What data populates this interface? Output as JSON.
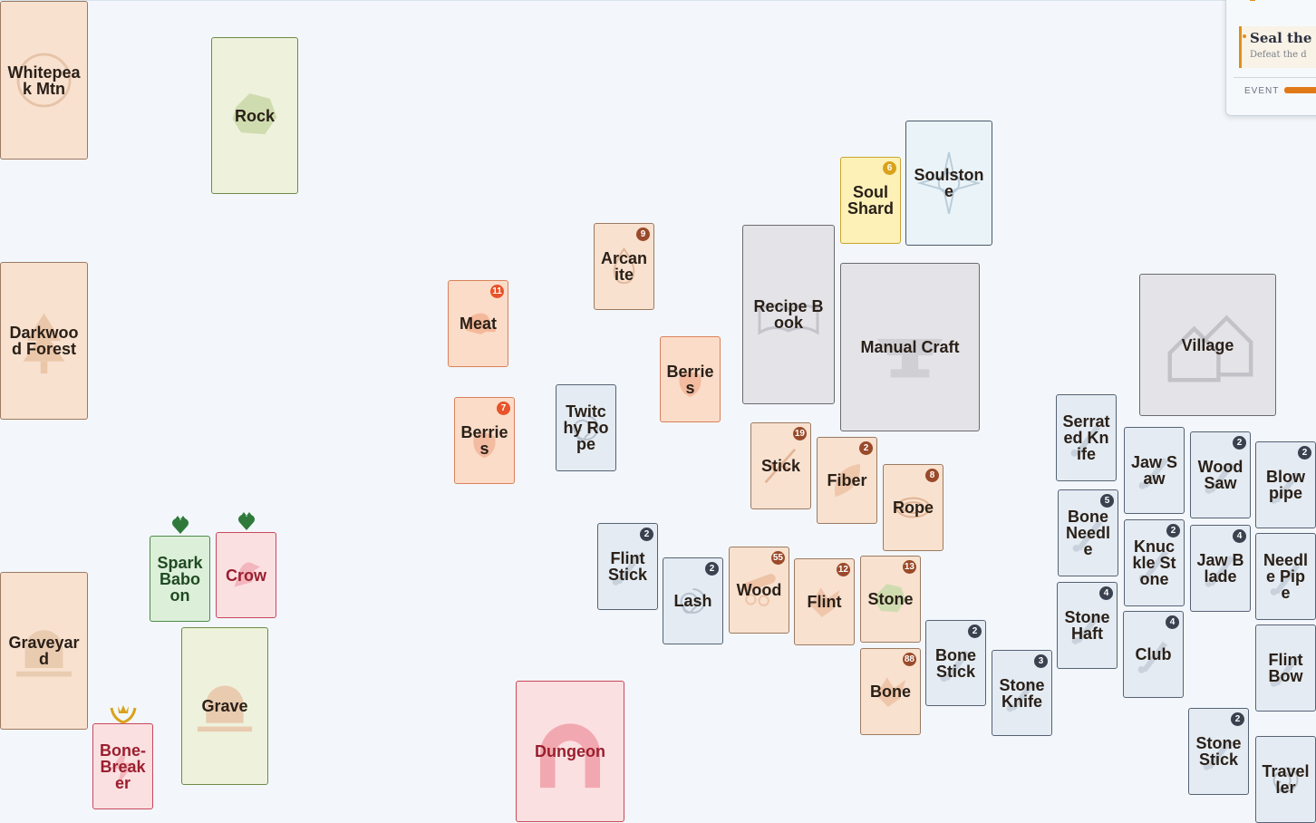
{
  "cards": [
    {
      "id": "whitepeak",
      "label": "Whitepeak Mtn",
      "theme": "peach",
      "art": "circle",
      "badge": null
    },
    {
      "id": "darkwood",
      "label": "Darkwood Forest",
      "theme": "peach",
      "art": "tree",
      "badge": null
    },
    {
      "id": "graveyard",
      "label": "Graveyard",
      "theme": "peach",
      "art": "tomb",
      "badge": null
    },
    {
      "id": "rock",
      "label": "Rock",
      "theme": "lime",
      "art": "rock",
      "badge": null
    },
    {
      "id": "spark-baboon",
      "label": "Spark Baboon",
      "theme": "green",
      "art": "none",
      "badge": null,
      "crown": "heart"
    },
    {
      "id": "crow",
      "label": "Crow",
      "theme": "pink",
      "art": "bird",
      "badge": null,
      "crown": "heart"
    },
    {
      "id": "grave",
      "label": "Grave",
      "theme": "lime",
      "art": "tomb",
      "badge": null
    },
    {
      "id": "bone-breaker",
      "label": "Bone-Breaker",
      "theme": "pink",
      "art": "bolt",
      "badge": null,
      "crown": "laurel"
    },
    {
      "id": "meat",
      "label": "Meat",
      "theme": "orange",
      "art": "meat",
      "badge": "11",
      "badgeColor": "red"
    },
    {
      "id": "berries-1",
      "label": "Berries",
      "theme": "orange",
      "art": "berry",
      "badge": "7",
      "badgeColor": "red"
    },
    {
      "id": "arcanite",
      "label": "Arcanite",
      "theme": "peach",
      "art": "drop",
      "badge": "9",
      "badgeColor": "brown"
    },
    {
      "id": "twitchy-rope",
      "label": "Twitchy Rope",
      "theme": "blue",
      "art": "swirl",
      "badge": null
    },
    {
      "id": "berries-2",
      "label": "Berries",
      "theme": "orange",
      "art": "berry",
      "badge": null
    },
    {
      "id": "dungeon",
      "label": "Dungeon",
      "theme": "pink",
      "art": "arch",
      "badge": null
    },
    {
      "id": "soul-shard",
      "label": "Soul Shard",
      "theme": "yellow",
      "art": "none",
      "badge": "6",
      "badgeColor": "gold"
    },
    {
      "id": "soulstone",
      "label": "Soulstone",
      "theme": "ice",
      "art": "star",
      "badge": null
    },
    {
      "id": "recipe-book",
      "label": "Recipe Book",
      "theme": "gray",
      "art": "book",
      "badge": null
    },
    {
      "id": "manual-craft",
      "label": "Manual Craft",
      "theme": "gray",
      "art": "anvil",
      "badge": null
    },
    {
      "id": "village",
      "label": "Village",
      "theme": "gray",
      "art": "house",
      "badge": null
    },
    {
      "id": "stick",
      "label": "Stick",
      "theme": "peach",
      "art": "twig",
      "badge": "19",
      "badgeColor": "brown"
    },
    {
      "id": "fiber",
      "label": "Fiber",
      "theme": "peach",
      "art": "leaf",
      "badge": "2",
      "badgeColor": "brown"
    },
    {
      "id": "rope",
      "label": "Rope",
      "theme": "peach",
      "art": "coil",
      "badge": "8",
      "badgeColor": "brown"
    },
    {
      "id": "flint-stick",
      "label": "Flint Stick",
      "theme": "blue",
      "art": "blade",
      "badge": "2",
      "badgeColor": "dark"
    },
    {
      "id": "lash",
      "label": "Lash",
      "theme": "blue",
      "art": "swirl",
      "badge": "2",
      "badgeColor": "dark"
    },
    {
      "id": "wood",
      "label": "Wood",
      "theme": "peach",
      "art": "log",
      "badge": "55",
      "badgeColor": "brown"
    },
    {
      "id": "flint",
      "label": "Flint",
      "theme": "peach",
      "art": "shard",
      "badge": "12",
      "badgeColor": "brown"
    },
    {
      "id": "stone",
      "label": "Stone",
      "theme": "peach",
      "art": "rock",
      "badge": "13",
      "badgeColor": "brown"
    },
    {
      "id": "bone",
      "label": "Bone",
      "theme": "peach",
      "art": "shard",
      "badge": "88",
      "badgeColor": "brown"
    },
    {
      "id": "bone-stick",
      "label": "Bone Stick",
      "theme": "blue",
      "art": "blade",
      "badge": "2",
      "badgeColor": "dark"
    },
    {
      "id": "stone-knife",
      "label": "Stone Knife",
      "theme": "blue",
      "art": "blade",
      "badge": "3",
      "badgeColor": "dark"
    },
    {
      "id": "serrated-knife",
      "label": "Serrated Knife",
      "theme": "blue",
      "art": "blade",
      "badge": null
    },
    {
      "id": "bone-needle",
      "label": "Bone Needle",
      "theme": "blue",
      "art": "blade",
      "badge": "5",
      "badgeColor": "dark"
    },
    {
      "id": "stone-haft",
      "label": "Stone Haft",
      "theme": "blue",
      "art": "blade",
      "badge": "4",
      "badgeColor": "dark"
    },
    {
      "id": "jaw-saw",
      "label": "Jaw Saw",
      "theme": "blue",
      "art": "blade",
      "badge": null
    },
    {
      "id": "knuckle-stone",
      "label": "Knuckle Stone",
      "theme": "blue",
      "art": "blade",
      "badge": "2",
      "badgeColor": "dark"
    },
    {
      "id": "club",
      "label": "Club",
      "theme": "blue",
      "art": "blade",
      "badge": "4",
      "badgeColor": "dark"
    },
    {
      "id": "wood-saw",
      "label": "Wood Saw",
      "theme": "blue",
      "art": "blade",
      "badge": "2",
      "badgeColor": "dark"
    },
    {
      "id": "jaw-blade",
      "label": "Jaw Blade",
      "theme": "blue",
      "art": "blade",
      "badge": "4",
      "badgeColor": "dark"
    },
    {
      "id": "stone-stick",
      "label": "Stone Stick",
      "theme": "blue",
      "art": "blade",
      "badge": "2",
      "badgeColor": "dark"
    },
    {
      "id": "blowpipe",
      "label": "Blowpipe",
      "theme": "blue",
      "art": "blade",
      "badge": "2",
      "badgeColor": "dark"
    },
    {
      "id": "needle-pipe",
      "label": "Needle Pipe",
      "theme": "blue",
      "art": "blade",
      "badge": null
    },
    {
      "id": "flint-bow",
      "label": "Flint Bow",
      "theme": "blue",
      "art": "blade",
      "badge": null
    },
    {
      "id": "traveller",
      "label": "Traveller",
      "theme": "blue",
      "art": "swirl",
      "badge": null
    }
  ],
  "quest_panel": {
    "quest_title": "Seal the",
    "quest_desc": "Defeat the d",
    "event_label": "EVENT"
  },
  "colors": {
    "accent": "#e0901a",
    "board": "#f3f7fb"
  }
}
